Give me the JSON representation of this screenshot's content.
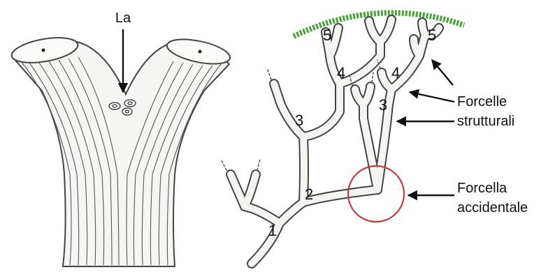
{
  "trunk_panel": {
    "label": "La"
  },
  "tree_panel": {
    "order_labels": {
      "n1": "1",
      "n2": "2",
      "n3a": "3",
      "n3b": "3",
      "n4a": "4",
      "n4b": "4",
      "n5a": "5",
      "n5b": "5"
    },
    "structural_forks_line1": "Forcelle",
    "structural_forks_line2": "strutturali",
    "accidental_fork_line1": "Forcella",
    "accidental_fork_line2": "accidentale"
  },
  "colors": {
    "outline": "#444444",
    "wood": "#f4f4f0",
    "crown": "#4aa33a",
    "highlight_circle": "#c43b3b",
    "arrow": "#111111"
  }
}
